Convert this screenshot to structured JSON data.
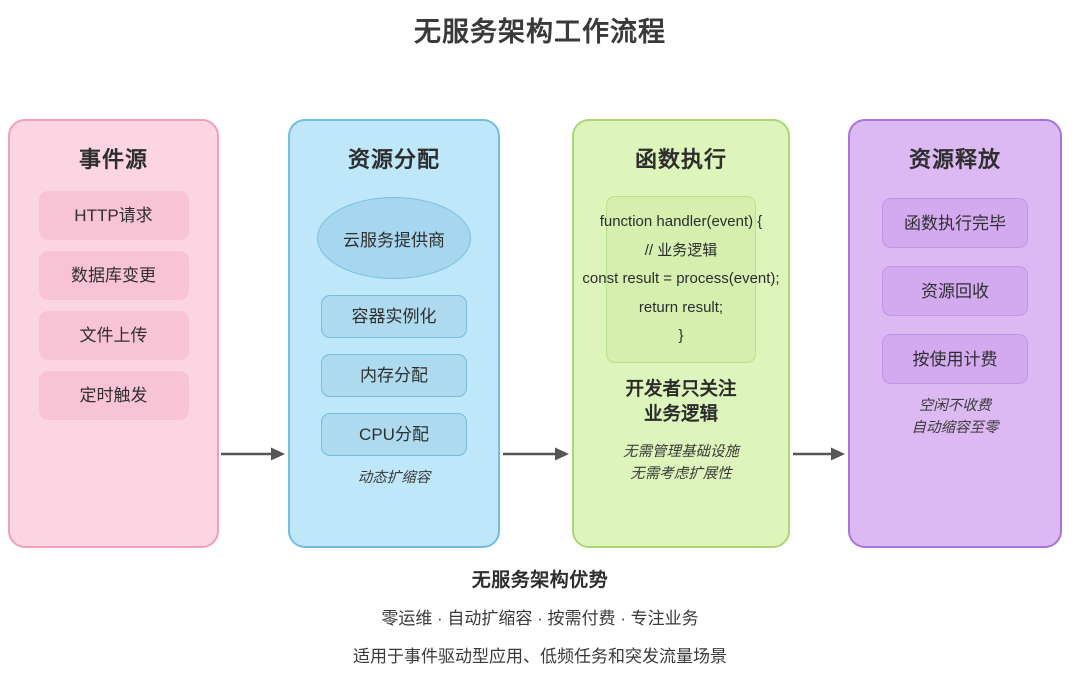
{
  "title": "无服务架构工作流程",
  "columns": [
    {
      "id": "events",
      "title": "事件源",
      "accent": "#f29ebd",
      "fill": "#fbd6e2",
      "items": [
        "HTTP请求",
        "数据库变更",
        "文件上传",
        "定时触发"
      ]
    },
    {
      "id": "allocation",
      "title": "资源分配",
      "accent": "#72bee2",
      "fill": "#bfe7fa",
      "ellipse": "云服务提供商",
      "items": [
        "容器实例化",
        "内存分配",
        "CPU分配"
      ],
      "notes": [
        "动态扩缩容"
      ]
    },
    {
      "id": "execution",
      "title": "函数执行",
      "accent": "#a9d776",
      "fill": "#ddf4bb",
      "code": [
        "function handler(event) {",
        "// 业务逻辑",
        "const result = process(event);",
        "return result;",
        "}"
      ],
      "heading": [
        "开发者只关注",
        "业务逻辑"
      ],
      "notes": [
        "无需管理基础设施",
        "无需考虑扩展性"
      ]
    },
    {
      "id": "release",
      "title": "资源释放",
      "accent": "#ab72da",
      "fill": "#dcb9f3",
      "items": [
        "函数执行完毕",
        "资源回收",
        "按使用计费"
      ],
      "notes": [
        "空闲不收费",
        "自动缩容至零"
      ]
    }
  ],
  "arrows": {
    "color": "#555555",
    "count": 3
  },
  "footer": {
    "title": "无服务架构优势",
    "line1": "零运维 · 自动扩缩容 · 按需付费 · 专注业务",
    "line2": "适用于事件驱动型应用、低频任务和突发流量场景"
  }
}
